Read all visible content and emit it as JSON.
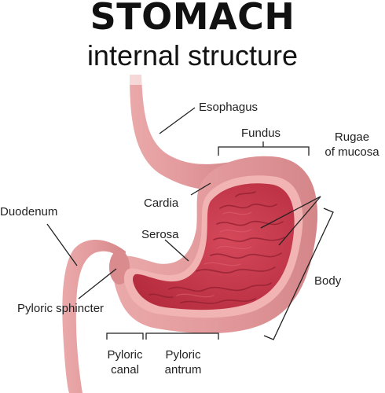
{
  "title": "STOMACH",
  "subtitle": "internal structure",
  "labels": {
    "esophagus": "Esophagus",
    "fundus": "Fundus",
    "rugae": "Rugae\nof mucosa",
    "rugae_line1": "Rugae",
    "rugae_line2": "of mucosa",
    "cardia": "Cardia",
    "duodenum": "Duodenum",
    "serosa": "Serosa",
    "body": "Body",
    "pyloric_sphincter": "Pyloric sphincter",
    "pyloric_canal_line1": "Pyloric",
    "pyloric_canal_line2": "canal",
    "pyloric_antrum_line1": "Pyloric",
    "pyloric_antrum_line2": "antrum"
  },
  "colors": {
    "tissue": "#e39a9c",
    "tissue_dark": "#c9777b",
    "interior": "#c8384a",
    "interior_dark": "#a82a3b",
    "lining": "#f2b3b3",
    "line": "#222222"
  }
}
